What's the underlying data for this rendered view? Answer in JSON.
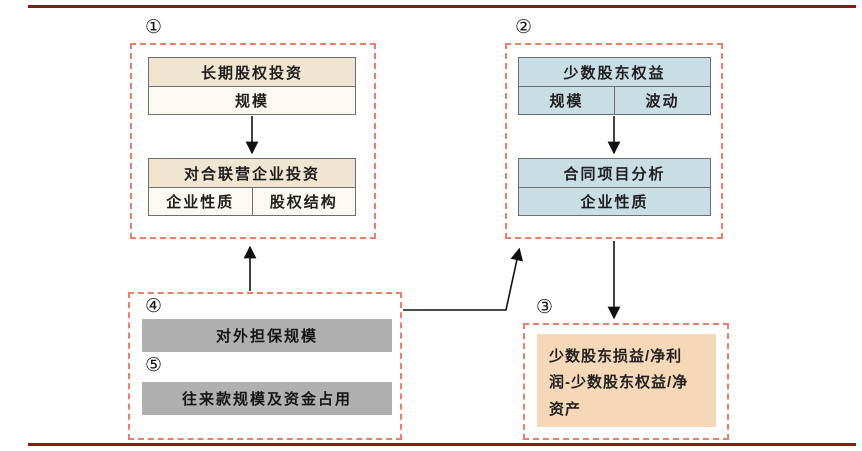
{
  "colors": {
    "accent_dashed_border": "#ef7e66",
    "horizontal_rule": "#8c1a12",
    "beige_fill": "#f0e5d0",
    "cream_fill": "#fcf9f2",
    "blue_fill": "#c9dde4",
    "peach_fill": "#f5d8b8",
    "gray_fill": "#b0b0b0",
    "arrow": "#111111"
  },
  "groups": {
    "g1": {
      "badge": "①",
      "top_title": "长期股权投资",
      "top_sub": "规模",
      "bottom_title": "对合联营企业投资",
      "bottom_left": "企业性质",
      "bottom_right": "股权结构"
    },
    "g2": {
      "badge": "②",
      "top_title": "少数股东权益",
      "top_left": "规模",
      "top_right": "波动",
      "bottom_title": "合同项目分析",
      "bottom_sub": "企业性质"
    },
    "g3": {
      "badge": "③",
      "text": "少数股东损益/净利润-少数股东权益/净资产"
    },
    "g45": {
      "badge_4": "④",
      "label_4": "对外担保规模",
      "badge_5": "⑤",
      "label_5": "往来款规模及资金占用"
    }
  }
}
